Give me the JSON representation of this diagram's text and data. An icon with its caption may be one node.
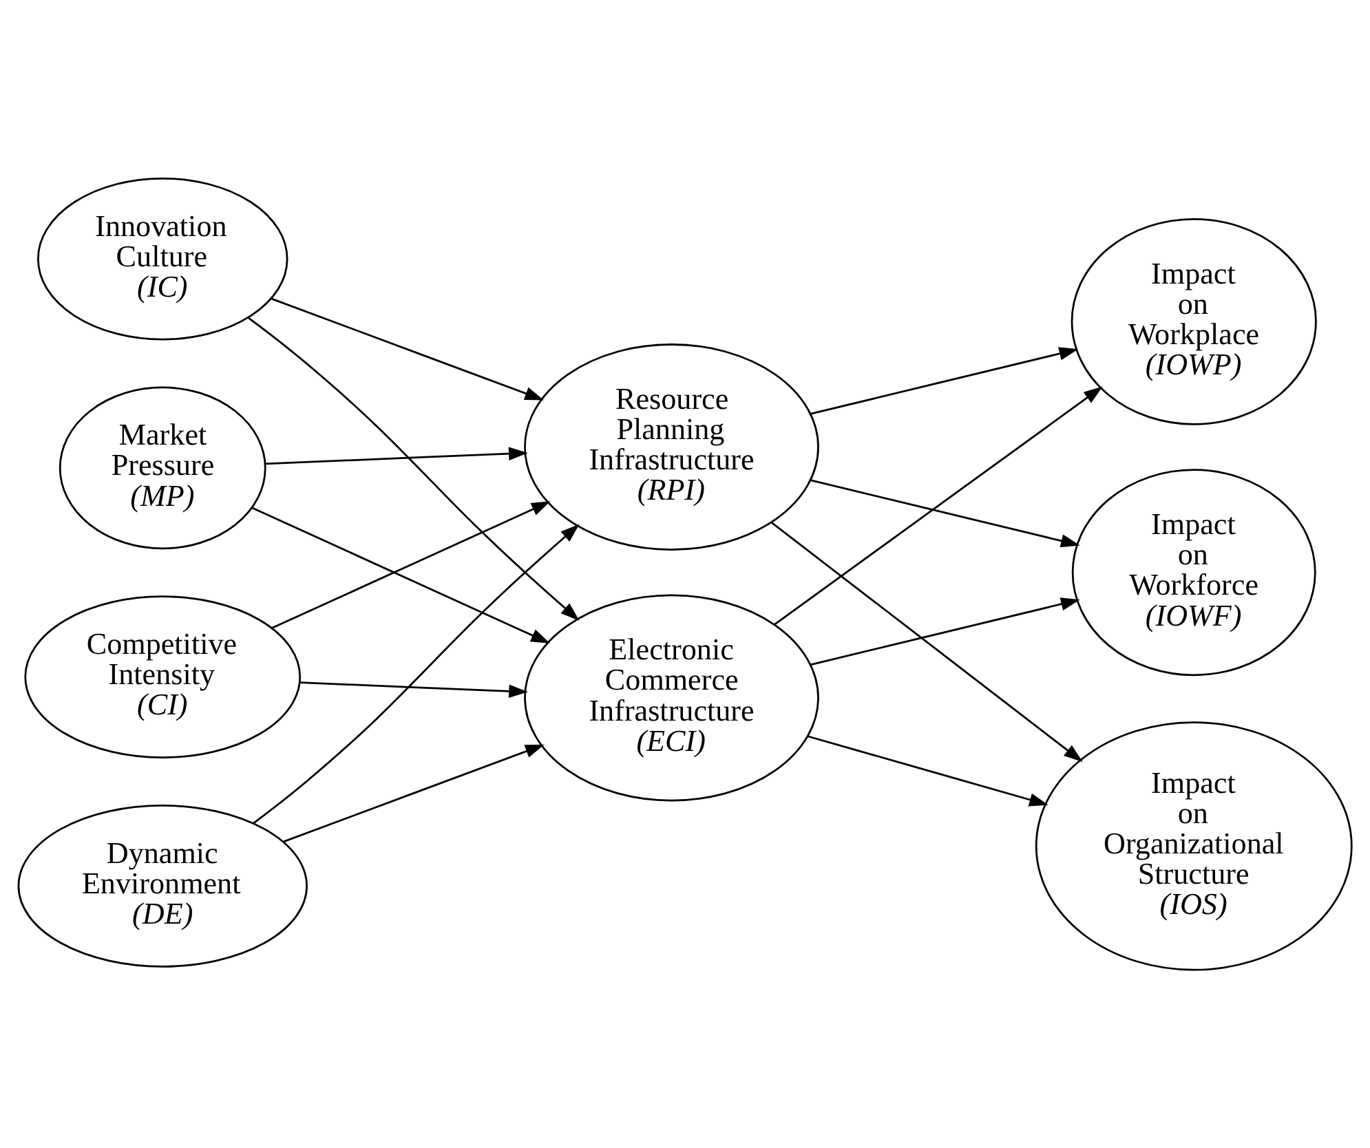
{
  "diagram": {
    "nodes": [
      {
        "text": [
          "Innovation Culture",
          "(IC)"
        ]
      },
      {
        "text": [
          "Market Pressure",
          "(MP)"
        ]
      },
      {
        "text": [
          "Competitive Intensity",
          "(CI)"
        ]
      },
      {
        "text": [
          "Dynamic Environment",
          "(DE)"
        ]
      },
      {
        "text": [
          "Resource Planning Infrastructure",
          "(RPI)"
        ]
      },
      {
        "text": [
          "Electronic Commerce Infrastructure",
          "(ECI)"
        ]
      },
      {
        "text": [
          "Impact on Workplace",
          "(IOWP)"
        ]
      },
      {
        "text": [
          "Impact on Workforce",
          "(IOWF)"
        ]
      },
      {
        "text": [
          "Impact on Organizational Structure",
          "(IOS)"
        ]
      }
    ],
    "edges": [
      {
        "from": 0,
        "to": 4,
        "arrow": "to"
      },
      {
        "from": 0,
        "to": 5,
        "arrow": "to"
      },
      {
        "from": 1,
        "to": 4,
        "arrow": "to"
      },
      {
        "from": 1,
        "to": 5,
        "arrow": "to"
      },
      {
        "from": 2,
        "to": 4,
        "arrow": "to"
      },
      {
        "from": 2,
        "to": 5,
        "arrow": "to"
      },
      {
        "from": 3,
        "to": 4,
        "arrow": "to"
      },
      {
        "from": 3,
        "to": 5,
        "arrow": "to"
      },
      {
        "from": 4,
        "to": 6,
        "arrow": "to"
      },
      {
        "from": 4,
        "to": 7,
        "arrow": "to"
      },
      {
        "from": 4,
        "to": 8,
        "arrow": "to"
      },
      {
        "from": 5,
        "to": 6,
        "arrow": "to"
      },
      {
        "from": 5,
        "to": 7,
        "arrow": "to"
      },
      {
        "from": 5,
        "to": 8,
        "arrow": "to"
      }
    ]
  }
}
